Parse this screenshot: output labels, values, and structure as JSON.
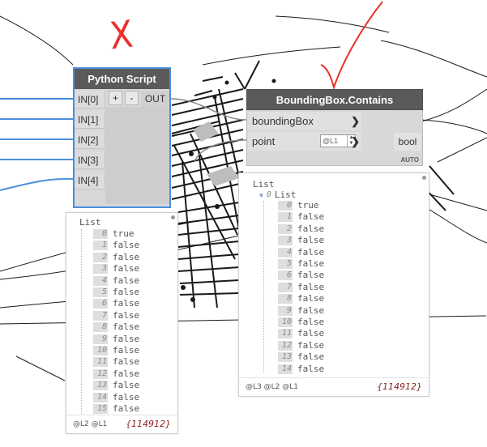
{
  "annotations": {
    "cross_icon": "red-x-mark",
    "check_icon": "red-check-mark",
    "cross_glyph": "X"
  },
  "python_node": {
    "title": "Python Script",
    "inputs": [
      "IN[0]",
      "IN[1]",
      "IN[2]",
      "IN[3]",
      "IN[4]"
    ],
    "add_label": "+",
    "remove_label": "-",
    "output": "OUT"
  },
  "bb_node": {
    "title": "BoundingBox.Contains",
    "inputs": [
      "boundingBox",
      "point"
    ],
    "output": "bool",
    "lacing": "@L1",
    "run_mode": "AUTO"
  },
  "preview_left": {
    "root": "List",
    "items": [
      {
        "i": "0",
        "v": "true"
      },
      {
        "i": "1",
        "v": "false"
      },
      {
        "i": "2",
        "v": "false"
      },
      {
        "i": "3",
        "v": "false"
      },
      {
        "i": "4",
        "v": "false"
      },
      {
        "i": "5",
        "v": "false"
      },
      {
        "i": "6",
        "v": "false"
      },
      {
        "i": "7",
        "v": "false"
      },
      {
        "i": "8",
        "v": "false"
      },
      {
        "i": "9",
        "v": "false"
      },
      {
        "i": "10",
        "v": "false"
      },
      {
        "i": "11",
        "v": "false"
      },
      {
        "i": "12",
        "v": "false"
      },
      {
        "i": "13",
        "v": "false"
      },
      {
        "i": "14",
        "v": "false"
      },
      {
        "i": "15",
        "v": "false"
      }
    ],
    "levels": "@L2 @L1",
    "count": "{114912}"
  },
  "preview_right": {
    "root": "List",
    "sub_index": "0",
    "sub_label": "List",
    "items": [
      {
        "i": "0",
        "v": "true"
      },
      {
        "i": "1",
        "v": "false"
      },
      {
        "i": "2",
        "v": "false"
      },
      {
        "i": "3",
        "v": "false"
      },
      {
        "i": "4",
        "v": "false"
      },
      {
        "i": "5",
        "v": "false"
      },
      {
        "i": "6",
        "v": "false"
      },
      {
        "i": "7",
        "v": "false"
      },
      {
        "i": "8",
        "v": "false"
      },
      {
        "i": "9",
        "v": "false"
      },
      {
        "i": "10",
        "v": "false"
      },
      {
        "i": "11",
        "v": "false"
      },
      {
        "i": "12",
        "v": "false"
      },
      {
        "i": "13",
        "v": "false"
      },
      {
        "i": "14",
        "v": "false"
      }
    ],
    "levels": "@L3 @L2 @L1",
    "count": "{114912}"
  },
  "colors": {
    "accent": "#4a8fdd",
    "annotation": "#e8312a",
    "node_header": "#5a5a5a",
    "count_text": "#8c1c1c"
  }
}
